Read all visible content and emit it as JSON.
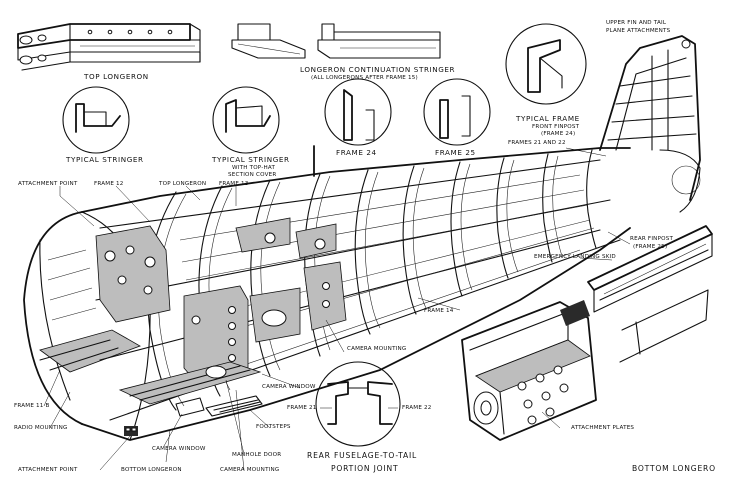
{
  "labels": {
    "top_longeron_detail": "TOP LONGERON",
    "longeron_continuation_stringer": "LONGERON CONTINUATION STRINGER",
    "longeron_continuation_note": "(ALL LONGERONS AFTER FRAME 15)",
    "upper_fin_line1": "UPPER FIN AND TAIL",
    "upper_fin_line2": "PLANE ATTACHMENTS",
    "typical_stringer_left": "TYPICAL STRINGER",
    "typical_stringer_right": "TYPICAL STRINGER",
    "top_hat_note_line1": "WITH TOP-HAT",
    "top_hat_note_line2": "SECTION COVER",
    "frame_24_detail": "FRAME 24",
    "frame_25_detail": "FRAME 25",
    "typical_frame": "TYPICAL FRAME",
    "front_finpost_line1": "FRONT FINPOST",
    "front_finpost_line2": "(FRAME 24)",
    "frames_21_22": "FRAMES 21 AND 22",
    "attachment_point_top": "ATTACHMENT POINT",
    "frame_12": "FRAME 12",
    "top_longeron": "TOP LONGERON",
    "frame_13": "FRAME 13",
    "rear_finpost_line1": "REAR FINPOST",
    "rear_finpost_line2": "(FRAME 25)",
    "emergency_landing_skid": "EMERGENCY LANDING SKID",
    "frame_14": "FRAME 14",
    "camera_mounting_top": "CAMERA MOUNTING",
    "camera_window_right": "CAMERA WINDOW",
    "frame_21": "FRAME 21",
    "frame_22": "FRAME 22",
    "frame_11b": "FRAME 11 B",
    "radio_mounting": "RADIO MOUNTING",
    "footsteps": "FOOTSTEPS",
    "attachment_plates": "ATTACHMENT PLATES",
    "camera_window_bottom": "CAMERA WINDOW",
    "manhole_door": "MANHOLE DOOR",
    "attachment_point_bottom": "ATTACHMENT POINT",
    "bottom_longeron": "BOTTOM LONGERON",
    "camera_mounting_bottom": "CAMERA MOUNTING",
    "rear_fuselage_joint_line1": "REAR FUSELAGE-TO-TAIL",
    "rear_fuselage_joint_line2": "PORTION JOINT",
    "bottom_longeron_right": "BOTTOM LONGERO"
  }
}
